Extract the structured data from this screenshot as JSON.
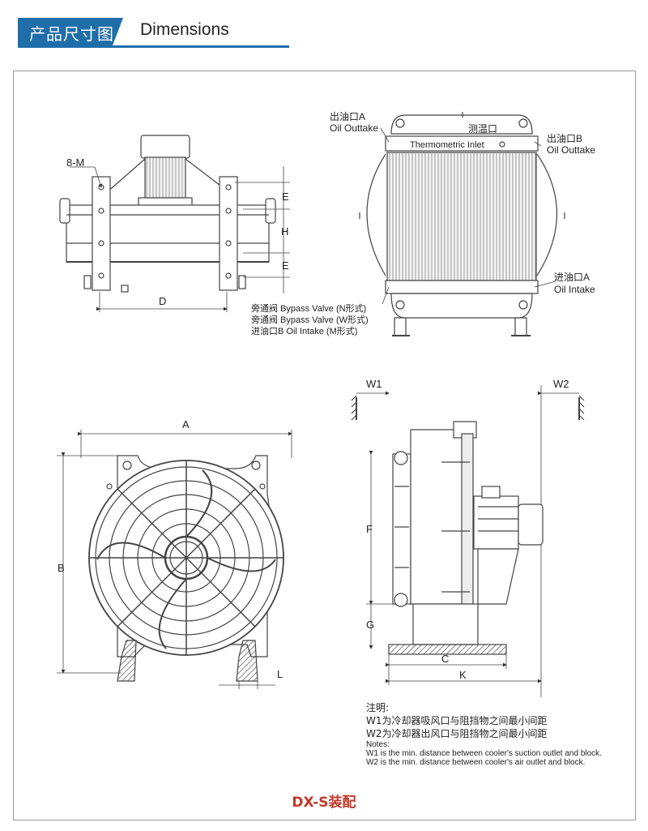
{
  "header": {
    "tab_label": "产品尺寸图",
    "title": "Dimensions",
    "accent_color": "#1f6eaa"
  },
  "front_view": {
    "labels": {
      "m": "8-M",
      "e": "E",
      "h": "H",
      "d": "D"
    }
  },
  "oil_view": {
    "outlet_a": {
      "zh": "出油口A",
      "en": "Oil Outtake"
    },
    "thermo": {
      "zh": "测温口",
      "en": "Thermometric Inlet"
    },
    "outlet_b": {
      "zh": "出油口B",
      "en": "Oil Outtake"
    },
    "intake_a": {
      "zh": "进油口A",
      "en": "Oil Intake"
    },
    "bypass_n": "旁通阀  Bypass Valve (N形式)",
    "bypass_w": "旁通阀  Bypass Valve (W形式)",
    "intake_m": "进油口B  Oil Intake (M形式)"
  },
  "fan_view": {
    "labels": {
      "a": "A",
      "b": "B",
      "l": "L"
    }
  },
  "side_view": {
    "labels": {
      "w1": "W1",
      "w2": "W2",
      "f": "F",
      "g": "G",
      "c": "C",
      "k": "K"
    }
  },
  "notes": {
    "heading_zh": "注明:",
    "w1_zh": "W1为冷却器吸风口与阻挡物之间最小间距",
    "w2_zh": "W2为冷却器出风口与阻挡物之间最小间距",
    "heading_en": "Notes:",
    "w1_en": "W1 is the min. distance between cooler's suction outlet and block.",
    "w2_en": "W2 is the min. distance between cooler's air outlet and block."
  },
  "model": "DX-S装配"
}
